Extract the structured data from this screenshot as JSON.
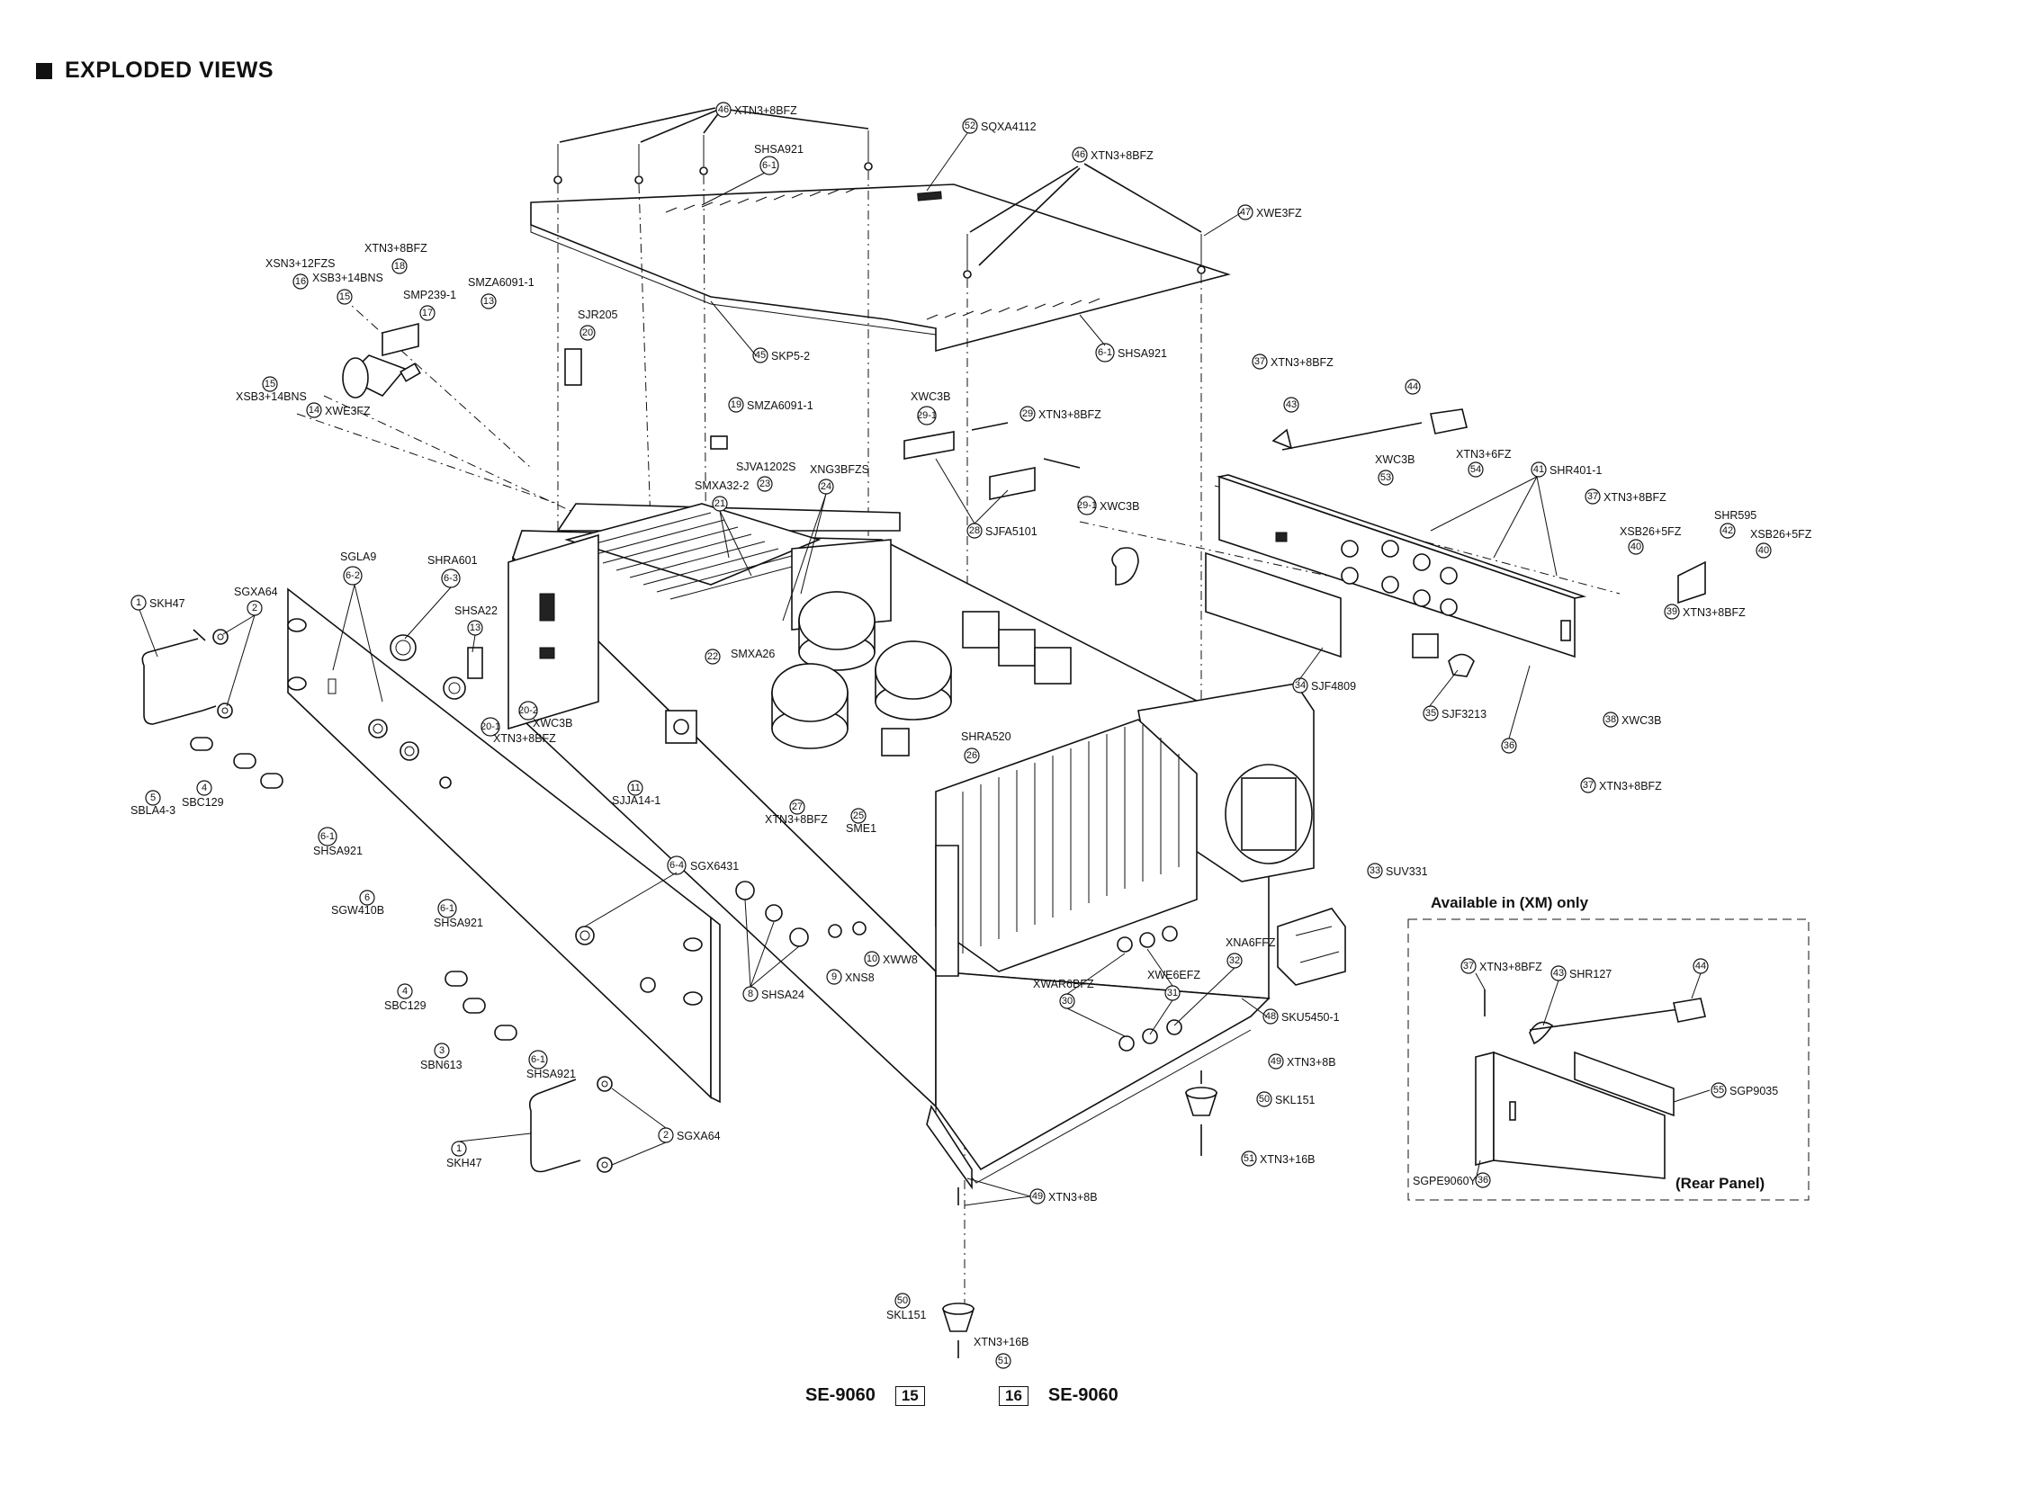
{
  "header": {
    "title": "EXPLODED VIEWS"
  },
  "inset": {
    "title": "Available in (XM) only",
    "footer": "(Rear Panel)"
  },
  "footer": {
    "model_left": "SE-9060",
    "page_left": "15",
    "page_right": "16",
    "model_right": "SE-9060"
  },
  "callouts": [
    {
      "num": "46",
      "part": "XTN3+8BFZ"
    },
    {
      "num": "52",
      "part": "SQXA4112"
    },
    {
      "num": "6-1",
      "part": "SHSA921"
    },
    {
      "num": "46",
      "part": "XTN3+8BFZ"
    },
    {
      "num": "47",
      "part": "XWE3FZ"
    },
    {
      "num": "18",
      "part": "XTN3+8BFZ"
    },
    {
      "num": "16",
      "part": "XSN3+12FZS"
    },
    {
      "num": "15",
      "part": "XSB3+14BNS"
    },
    {
      "num": "17",
      "part": "SMP239-1"
    },
    {
      "num": "13",
      "part": "SMZA6091-1"
    },
    {
      "num": "20",
      "part": "SJR205"
    },
    {
      "num": "45",
      "part": "SKP5-2"
    },
    {
      "num": "6-1",
      "part": "SHSA921"
    },
    {
      "num": "15",
      "part": "XSB3+14BNS"
    },
    {
      "num": "14",
      "part": "XWE3FZ"
    },
    {
      "num": "37",
      "part": "XTN3+8BFZ"
    },
    {
      "num": "44",
      "part": ""
    },
    {
      "num": "43",
      "part": ""
    },
    {
      "num": "19",
      "part": "SMZA6091-1"
    },
    {
      "num": "29-1",
      "part": "XWC3B"
    },
    {
      "num": "29",
      "part": "XTN3+8BFZ"
    },
    {
      "num": "23",
      "part": "SJVA1202S"
    },
    {
      "num": "24",
      "part": "XNG3BFZS"
    },
    {
      "num": "21",
      "part": "SMXA32-2"
    },
    {
      "num": "29-1",
      "part": "XWC3B"
    },
    {
      "num": "28",
      "part": "SJFA5101"
    },
    {
      "num": "53",
      "part": "XWC3B"
    },
    {
      "num": "54",
      "part": "XTN3+6FZ"
    },
    {
      "num": "41",
      "part": "SHR401-1"
    },
    {
      "num": "37",
      "part": "XTN3+8BFZ"
    },
    {
      "num": "42",
      "part": "SHR595"
    },
    {
      "num": "40",
      "part": "XSB26+5FZ"
    },
    {
      "num": "40",
      "part": "XSB26+5FZ"
    },
    {
      "num": "6-2",
      "part": "SGLA9"
    },
    {
      "num": "6-3",
      "part": "SHRA601"
    },
    {
      "num": "13",
      "part": "SHSA22"
    },
    {
      "num": "1",
      "part": "SKH47"
    },
    {
      "num": "2",
      "part": "SGXA64"
    },
    {
      "num": "22",
      "part": "SMXA26"
    },
    {
      "num": "39",
      "part": "XTN3+8BFZ"
    },
    {
      "num": "20-2",
      "part": "XWC3B"
    },
    {
      "num": "20-1",
      "part": "XTN3+8BFZ"
    },
    {
      "num": "34",
      "part": "SJF4809"
    },
    {
      "num": "35",
      "part": "SJF3213"
    },
    {
      "num": "36",
      "part": ""
    },
    {
      "num": "38",
      "part": "XWC3B"
    },
    {
      "num": "26",
      "part": "SHRA520"
    },
    {
      "num": "37",
      "part": "XTN3+8BFZ"
    },
    {
      "num": "4",
      "part": "SBC129"
    },
    {
      "num": "5",
      "part": "SBLA4-3"
    },
    {
      "num": "11",
      "part": "SJJA14-1"
    },
    {
      "num": "27",
      "part": "XTN3+8BFZ"
    },
    {
      "num": "25",
      "part": "SME1"
    },
    {
      "num": "6-1",
      "part": "SHSA921"
    },
    {
      "num": "6",
      "part": "SGW410B"
    },
    {
      "num": "6-1",
      "part": "SHSA921"
    },
    {
      "num": "6-4",
      "part": "SGX6431"
    },
    {
      "num": "33",
      "part": "SUV331"
    },
    {
      "num": "10",
      "part": "XWW8"
    },
    {
      "num": "9",
      "part": "XNS8"
    },
    {
      "num": "8",
      "part": "SHSA24"
    },
    {
      "num": "32",
      "part": "XNA6FFZ"
    },
    {
      "num": "30",
      "part": "XWAR6BFZ"
    },
    {
      "num": "31",
      "part": "XWE6EFZ"
    },
    {
      "num": "48",
      "part": "SKU5450-1"
    },
    {
      "num": "4",
      "part": "SBC129"
    },
    {
      "num": "3",
      "part": "SBN613"
    },
    {
      "num": "6-1",
      "part": "SHSA921"
    },
    {
      "num": "49",
      "part": "XTN3+8B"
    },
    {
      "num": "50",
      "part": "SKL151"
    },
    {
      "num": "51",
      "part": "XTN3+16B"
    },
    {
      "num": "2",
      "part": "SGXA64"
    },
    {
      "num": "1",
      "part": "SKH47"
    },
    {
      "num": "49",
      "part": "XTN3+8B"
    },
    {
      "num": "50",
      "part": "SKL151"
    },
    {
      "num": "51",
      "part": "XTN3+16B"
    },
    {
      "num": "37",
      "part": "XTN3+8BFZ"
    },
    {
      "num": "43",
      "part": "SHR127"
    },
    {
      "num": "44",
      "part": ""
    },
    {
      "num": "55",
      "part": "SGP9035"
    },
    {
      "num": "36",
      "part": "SGPE9060Y"
    }
  ]
}
